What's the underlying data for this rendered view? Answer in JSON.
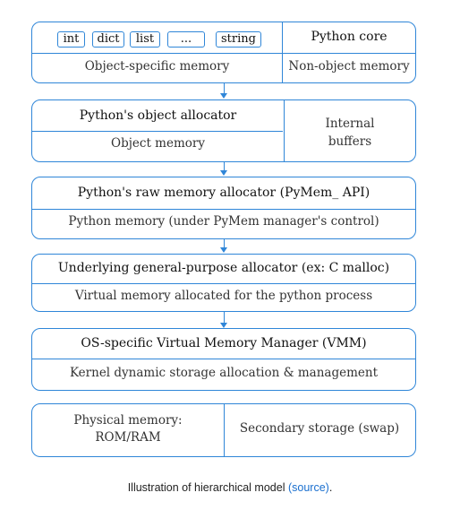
{
  "layer1": {
    "chips": [
      "int",
      "dict",
      "list",
      "...",
      "string"
    ],
    "left_label": "Object-specific memory",
    "right_title": "Python core",
    "right_label": "Non-object memory"
  },
  "layer2": {
    "title": "Python's object allocator",
    "label": "Object memory",
    "right_label_line1": "Internal",
    "right_label_line2": "buffers"
  },
  "layer3": {
    "title": "Python's raw memory allocator (PyMem_ API)",
    "label": "Python memory (under PyMem manager's control)"
  },
  "layer4": {
    "title": "Underlying general-purpose allocator (ex: C malloc)",
    "label": "Virtual memory allocated for the python process"
  },
  "layer5": {
    "title": "OS-specific Virtual Memory Manager (VMM)",
    "label": "Kernel dynamic storage allocation & management"
  },
  "layer6": {
    "left_line1": "Physical memory:",
    "left_line2": "ROM/RAM",
    "right_label": "Secondary storage (swap)"
  },
  "caption": {
    "text": "Illustration of hierarchical model",
    "link_text": "(source)",
    "end": "."
  },
  "colors": {
    "accent": "#2f86d8",
    "link": "#1a6fcf"
  }
}
